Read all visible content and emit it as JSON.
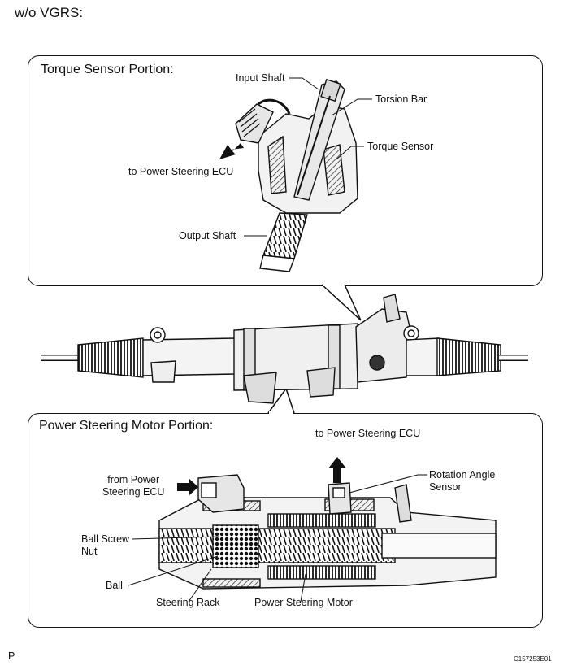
{
  "page": {
    "heading": "w/o VGRS:",
    "footer_left": "P",
    "footer_right": "C157253E01"
  },
  "torque_panel": {
    "title": "Torque Sensor Portion:",
    "labels": {
      "input_shaft": "Input Shaft",
      "torsion_bar": "Torsion Bar",
      "torque_sensor": "Torque Sensor",
      "to_ecu": "to Power Steering ECU",
      "output_shaft": "Output Shaft"
    }
  },
  "motor_panel": {
    "title": "Power Steering Motor Portion:",
    "labels": {
      "to_ecu": "to Power Steering ECU",
      "from_ecu_line1": "from Power",
      "from_ecu_line2": "Steering ECU",
      "rotation_line1": "Rotation Angle",
      "rotation_line2": "Sensor",
      "ball_screw_line1": "Ball Screw",
      "ball_screw_line2": "Nut",
      "ball": "Ball",
      "steering_rack": "Steering Rack",
      "motor": "Power Steering Motor"
    }
  }
}
